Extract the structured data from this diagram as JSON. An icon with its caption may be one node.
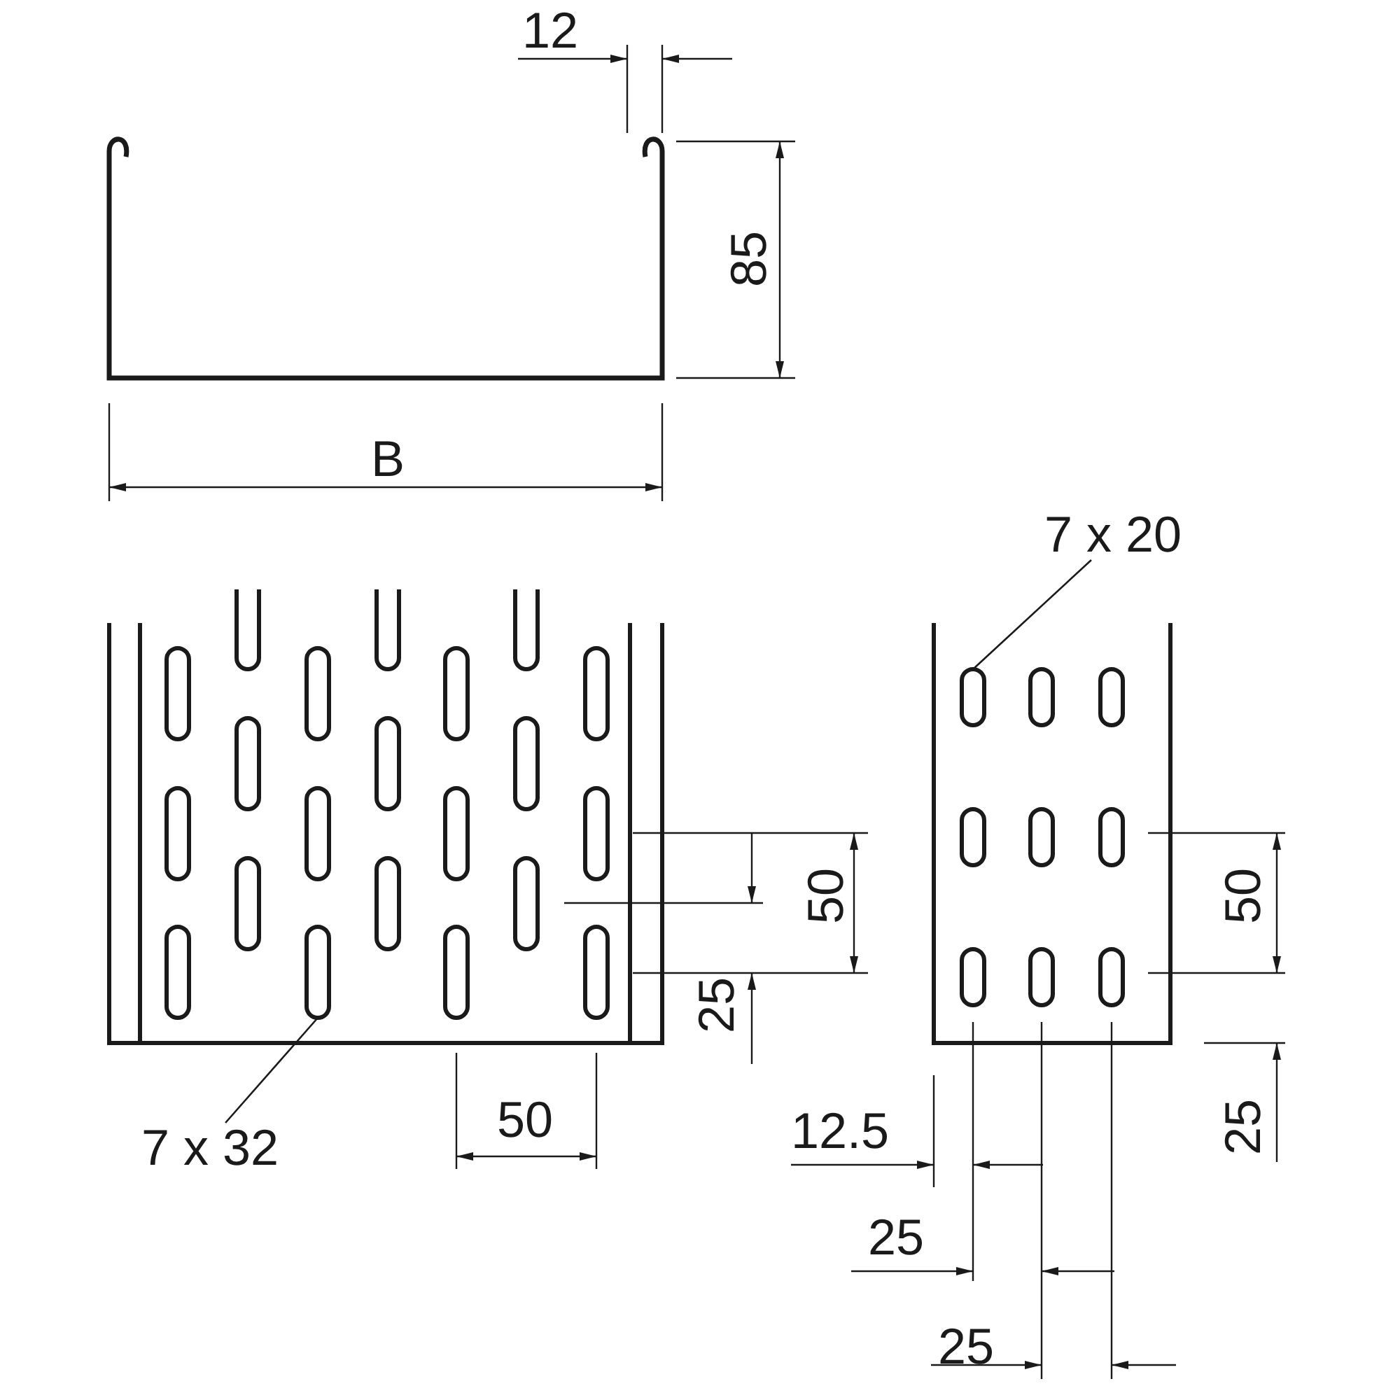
{
  "diagram": {
    "nodes": [
      {
        "text": [
          "7 x 20"
        ]
      },
      {
        "text": [],
        "shape": "slot"
      },
      {
        "text": [],
        "shape": "slot"
      },
      {
        "text": [
          "7 x 32"
        ]
      }
    ],
    "edges": [
      {
        "from": 0,
        "to": 1,
        "arrow": "none"
      },
      {
        "from": 3,
        "to": 2,
        "arrow": "none"
      }
    ],
    "labels": [
      "12",
      "85",
      "B",
      "50",
      "50",
      "25",
      "50",
      "25",
      "12.5",
      "25",
      "25"
    ]
  }
}
